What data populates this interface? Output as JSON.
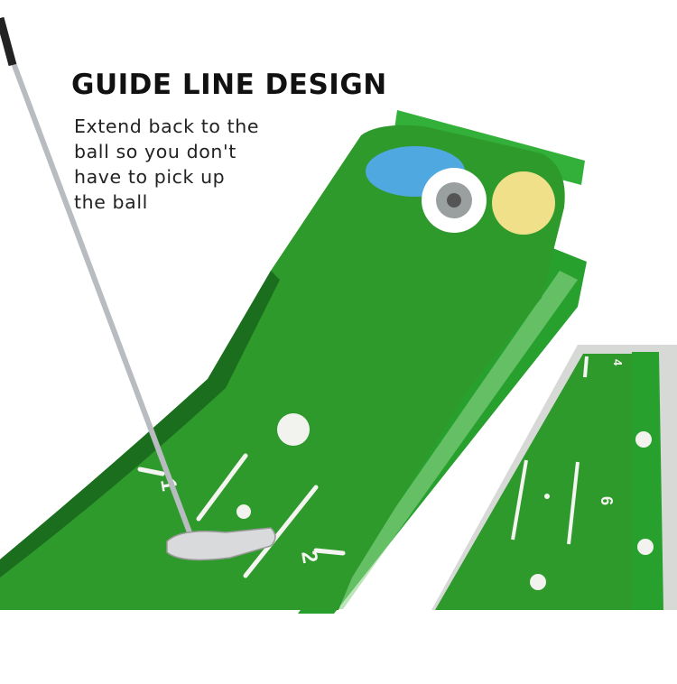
{
  "heading": "GUIDE LINE DESIGN",
  "description_lines": [
    "Extend back to the",
    "ball so you don't",
    "have to pick up",
    "the ball"
  ],
  "mat_markings": [
    "1",
    "2"
  ],
  "inset_markings": [
    "4",
    "6"
  ],
  "colors": {
    "turf": "#2f9a2c",
    "turf_dark": "#1f7d22",
    "frame": "#2ea832",
    "blue_cup": "#4fa8e0",
    "yellow_cup": "#f0e08a",
    "text": "#111111"
  }
}
